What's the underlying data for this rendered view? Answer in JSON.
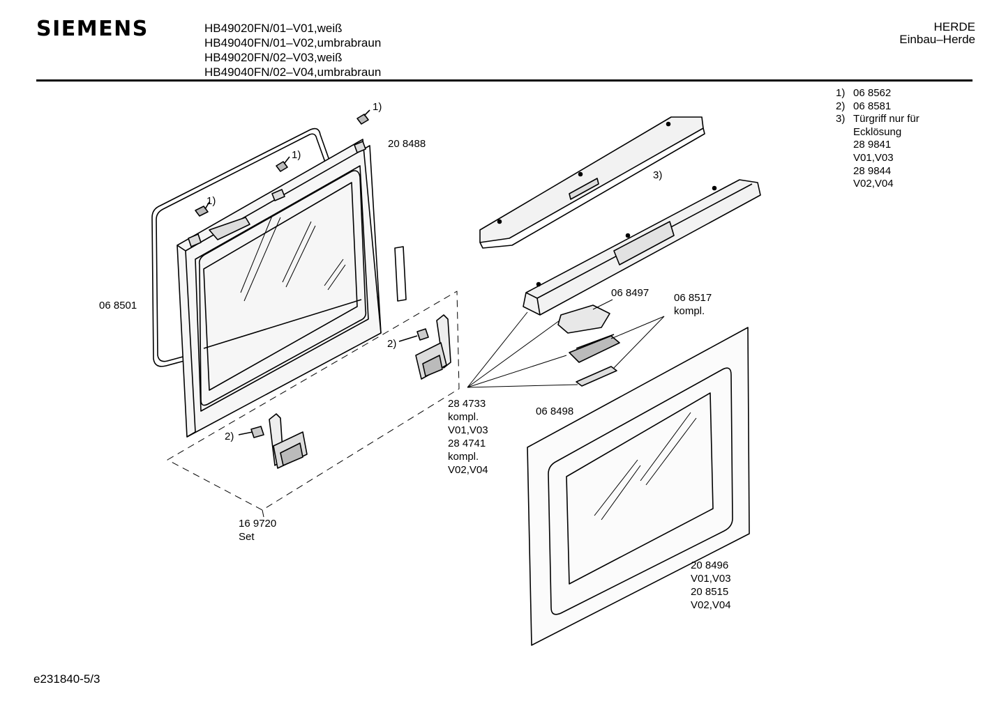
{
  "header": {
    "brand": "SIEMENS",
    "models": [
      "HB49020FN/01–V01,weiß",
      "HB49040FN/01–V02,umbrabraun",
      "HB49020FN/02–V03,weiß",
      "HB49040FN/02–V04,umbrabraun"
    ],
    "category": "HERDE",
    "subcategory": "Einbau–Herde"
  },
  "notes": [
    {
      "num": "1)",
      "text": "06 8562"
    },
    {
      "num": "2)",
      "text": "06 8581"
    },
    {
      "num": "3)",
      "text": "Türgriff nur für"
    },
    {
      "num": "",
      "text": "Ecklösung"
    },
    {
      "num": "",
      "text": "28 9841"
    },
    {
      "num": "",
      "text": "V01,V03"
    },
    {
      "num": "",
      "text": "28 9844"
    },
    {
      "num": "",
      "text": "V02,V04"
    }
  ],
  "labels": {
    "ref1_a": "1)",
    "ref1_b": "1)",
    "ref1_c": "1)",
    "part_208488": "20 8488",
    "part_068501": "06 8501",
    "ref2_a": "2)",
    "ref2_b": "2)",
    "ref3": "3)",
    "part_068497": "06 8497",
    "part_068517": [
      "06 8517",
      "kompl."
    ],
    "part_068498": "06 8498",
    "part_284733": [
      "28 4733",
      "kompl.",
      "V01,V03",
      "28 4741",
      "kompl.",
      "V02,V04"
    ],
    "part_169720": [
      "16 9720",
      "Set"
    ],
    "part_208496": [
      "20 8496",
      "V01,V03",
      "20 8515",
      "V02,V04"
    ]
  },
  "footer": {
    "code": "e231840-5/3"
  }
}
